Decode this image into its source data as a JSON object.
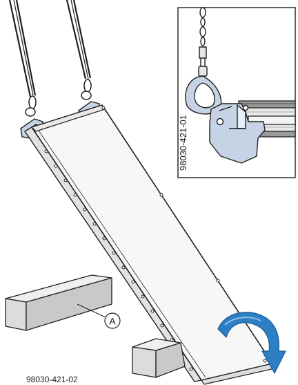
{
  "figure": {
    "main_code": "98030-421-02",
    "inset_code": "98030-421-01",
    "callout_letter": "A"
  },
  "colors": {
    "line": "#1f1f1f",
    "panel_face": "#f7f7f7",
    "block_front": "#dcdcdc",
    "block_top": "#efefef",
    "block_side": "#c9c9c9",
    "clamp_fill": "#c5d3e4",
    "arrow_fill": "#2d7fc4",
    "arrow_dark": "#1a5a96",
    "inset_border": "#2b2b2b"
  },
  "icons": {
    "rotation": "curved-arrow-icon",
    "clamp": "lifting-clamp-icon",
    "ring": "lifting-ring-icon"
  }
}
